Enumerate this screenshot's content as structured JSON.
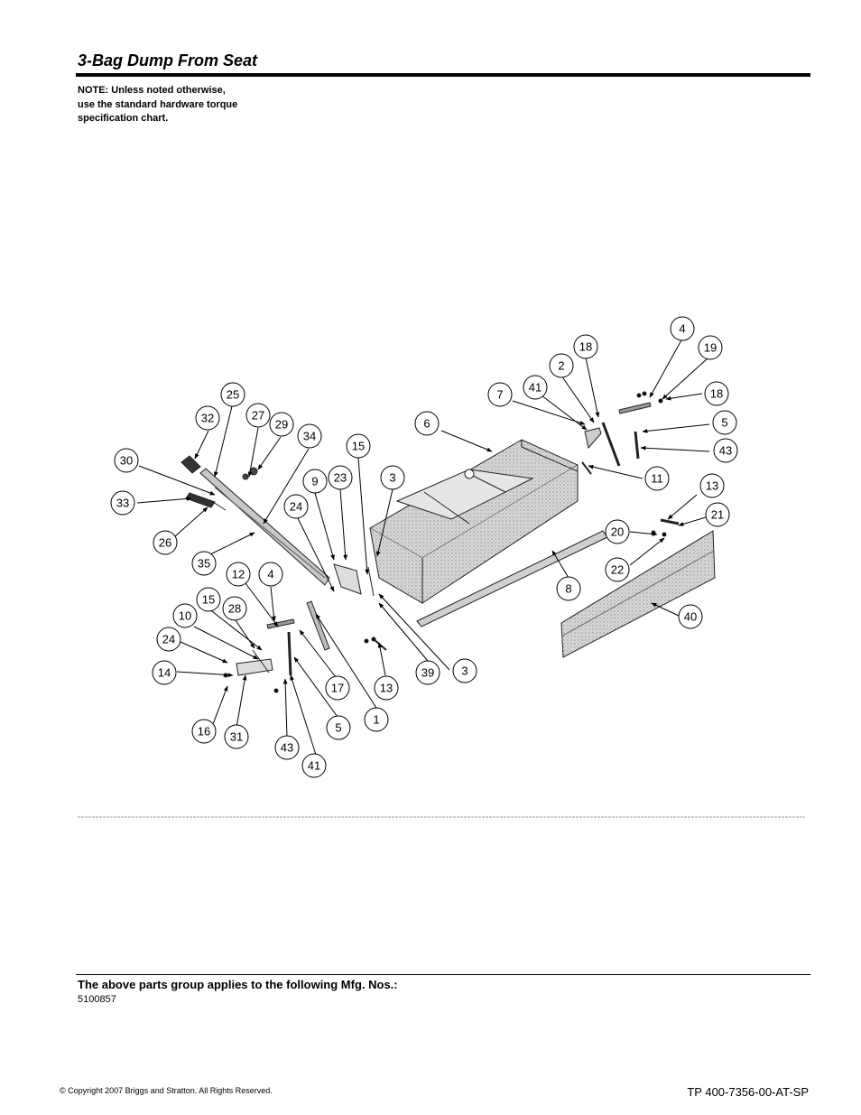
{
  "page": {
    "title": "3-Bag Dump From Seat",
    "note_lines": [
      "NOTE: Unless noted otherwise,",
      "use the standard hardware torque",
      "specification chart."
    ]
  },
  "diagram": {
    "callouts": [
      "1",
      "2",
      "3",
      "3",
      "4",
      "4",
      "5",
      "5",
      "6",
      "7",
      "8",
      "9",
      "10",
      "11",
      "12",
      "13",
      "13",
      "14",
      "15",
      "15",
      "16",
      "17",
      "18",
      "18",
      "19",
      "20",
      "21",
      "22",
      "23",
      "24",
      "24",
      "25",
      "26",
      "27",
      "28",
      "29",
      "30",
      "31",
      "32",
      "33",
      "34",
      "35",
      "39",
      "40",
      "41",
      "41",
      "43",
      "43"
    ]
  },
  "footer": {
    "applies_text": "The above parts group applies to the following Mfg. Nos.:",
    "mfg_numbers": "5100857",
    "copyright": "© Copyright  2007 Briggs and Stratton. All Rights Reserved.",
    "doc_number": "TP 400-7356-00-AT-SP"
  }
}
